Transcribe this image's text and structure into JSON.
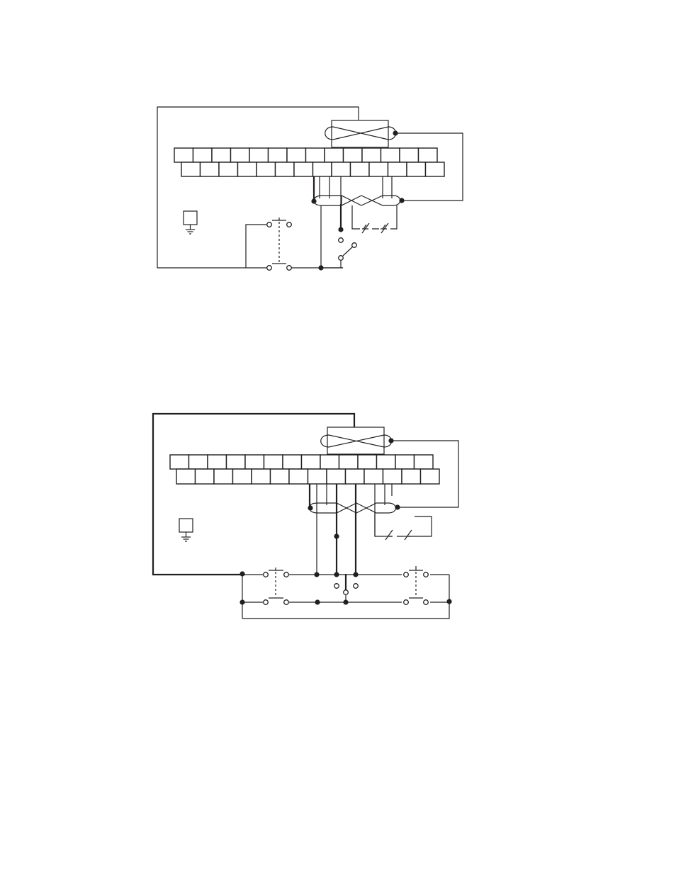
{
  "diagrams": [
    {
      "id": "wiring-diagram-1",
      "contact_style": "single-station",
      "terminal_strip": {
        "upper_cells": 14,
        "lower_cells": 14
      },
      "ground_symbol": "ground-icon"
    },
    {
      "id": "wiring-diagram-2",
      "contact_style": "two-station",
      "terminal_strip": {
        "upper_cells": 14,
        "lower_cells": 14
      },
      "ground_symbol": "ground-icon"
    }
  ],
  "colors": {
    "line": "#231f20",
    "background": "#ffffff"
  }
}
